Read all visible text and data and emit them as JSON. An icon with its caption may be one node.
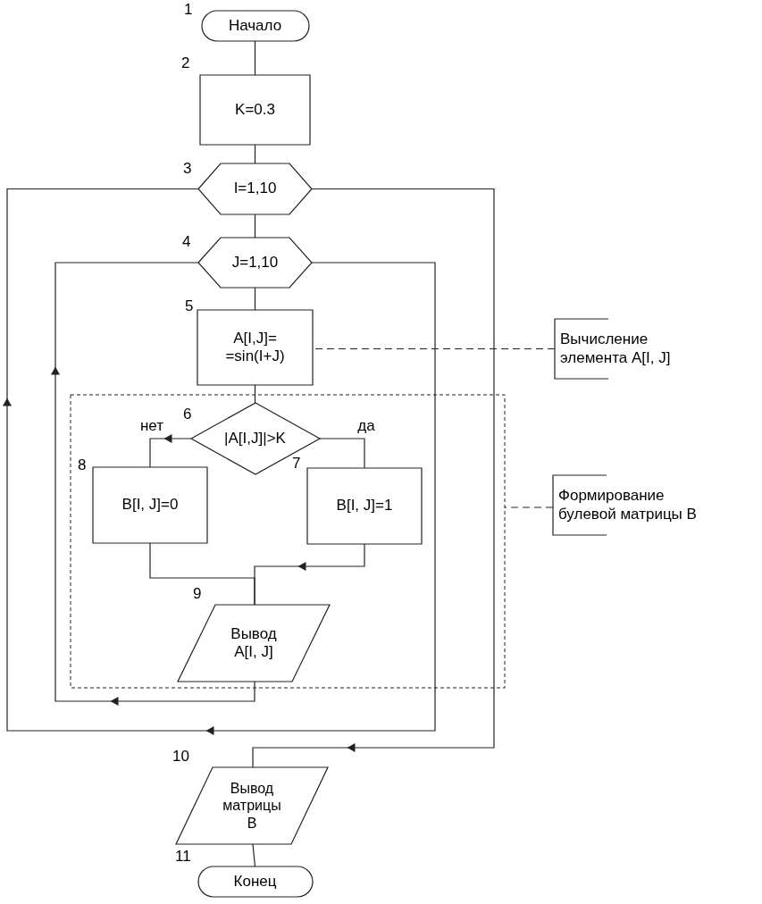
{
  "diagram": {
    "nodes": [
      {
        "text": [
          "Начало"
        ],
        "beside": [
          "1"
        ]
      },
      {
        "text": [
          "K=0.3"
        ],
        "beside": [
          "2"
        ]
      },
      {
        "text": [
          "I=1,10"
        ],
        "beside": [
          "3"
        ]
      },
      {
        "text": [
          "J=1,10"
        ],
        "beside": [
          "4"
        ]
      },
      {
        "text": [
          "A[I,J]= =sin(I+J)"
        ],
        "beside": [
          "5"
        ]
      },
      {
        "text": [],
        "shape": "box"
      },
      {
        "text": [
          "|A[I,J]|>K"
        ],
        "beside": [
          "6"
        ],
        "in": 5
      },
      {
        "text": [
          "B[I, J]=0"
        ],
        "beside": [
          "8"
        ],
        "in": 5
      },
      {
        "text": [
          "B[I, J]=1"
        ],
        "beside": [
          "7"
        ],
        "in": 5
      },
      {
        "text": [
          "Вывод A[I, J]"
        ],
        "beside": [
          "9"
        ],
        "in": 5
      },
      {
        "text": [
          "Вывод матрицы B"
        ],
        "beside": [
          "10"
        ]
      },
      {
        "text": [
          "Конец"
        ],
        "beside": [
          "11"
        ]
      },
      {
        "text": [
          "Вычисление элемента A[I, J]"
        ]
      },
      {
        "text": [
          "Формирование булевой матрицы B"
        ]
      }
    ],
    "edges": [
      {
        "from": 0,
        "to": 1,
        "arrow": "none"
      },
      {
        "from": 1,
        "to": 2,
        "arrow": "none"
      },
      {
        "from": 2,
        "to": 3,
        "arrow": "none"
      },
      {
        "from": 3,
        "to": 4,
        "arrow": "none"
      },
      {
        "from": 4,
        "to": 6,
        "arrow": "none"
      },
      {
        "from": 6,
        "to": 7,
        "arrow": "to",
        "label": "нет"
      },
      {
        "from": 6,
        "to": 8,
        "arrow": "none",
        "label": "да"
      },
      {
        "from": 7,
        "to": 9,
        "arrow": "none"
      },
      {
        "from": 8,
        "to": 9,
        "arrow": "to"
      },
      {
        "from": 9,
        "to": 3,
        "arrow": "to"
      },
      {
        "from": 3,
        "to": 2,
        "arrow": "to"
      },
      {
        "from": 2,
        "to": 10,
        "arrow": "to"
      },
      {
        "from": 10,
        "to": 11,
        "arrow": "none"
      },
      {
        "from": 12,
        "to": 4,
        "arrow": "none",
        "style": "dashed"
      },
      {
        "from": 13,
        "to": 5,
        "arrow": "none",
        "style": "dashed"
      }
    ]
  }
}
